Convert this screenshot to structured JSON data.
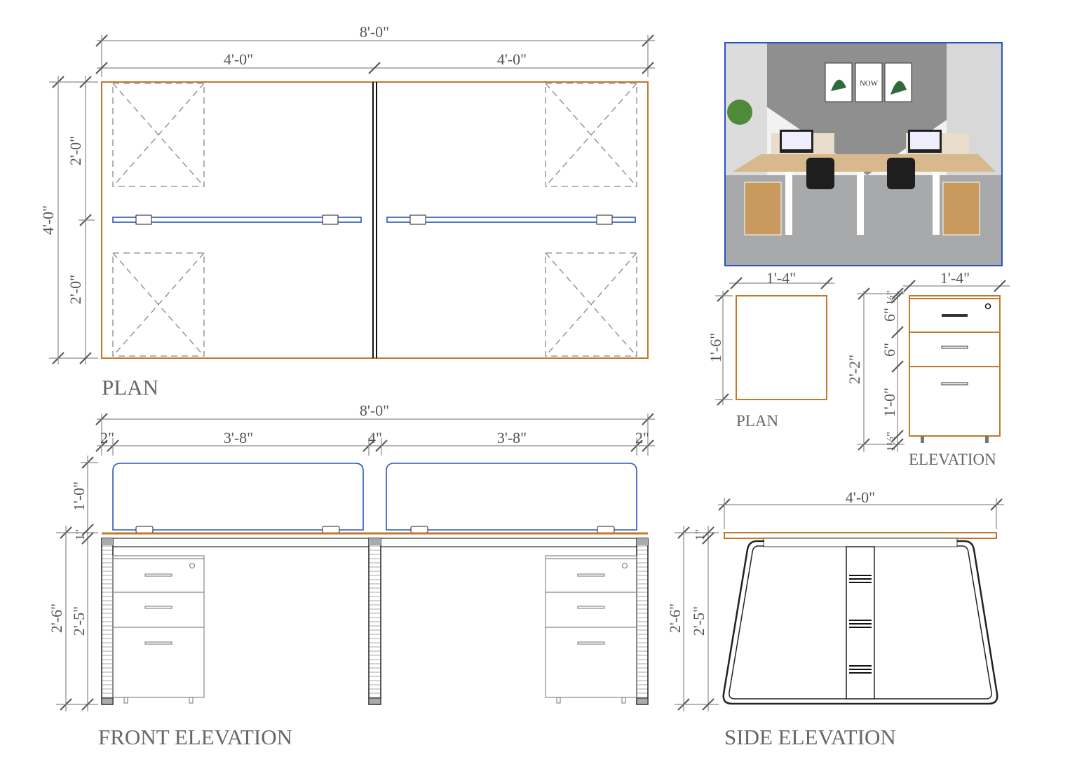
{
  "plan": {
    "title": "PLAN",
    "dims": {
      "overall_width": "8'-0\"",
      "half_left": "4'-0\"",
      "half_right": "4'-0\"",
      "overall_depth": "4'-0\"",
      "depth_top": "2'-0\"",
      "depth_bottom": "2'-0\""
    }
  },
  "front_elevation": {
    "title": "FRONT ELEVATION",
    "dims": {
      "overall_width": "8'-0\"",
      "leg_left": "2\"",
      "bay_left": "3'-8\"",
      "leg_middle": "4\"",
      "bay_right": "3'-8\"",
      "leg_right": "2\"",
      "overall_height": "2'-6\"",
      "screen_height": "1'-0\"",
      "top_thickness": "1\"",
      "leg_height": "2'-5\""
    }
  },
  "photo": {
    "poster_text": "NOW"
  },
  "pedestal_plan": {
    "title": "PLAN",
    "dims": {
      "width": "1'-4\"",
      "depth": "1'-6\""
    }
  },
  "pedestal_elevation": {
    "title": "ELEVATION",
    "dims": {
      "width": "1'-4\"",
      "overall_height": "2'-2\"",
      "top_gap": "½\"",
      "drawer_1": "6\"",
      "drawer_2": "6\"",
      "drawer_3": "1'-0\"",
      "base_gap": "1½\""
    }
  },
  "side_elevation": {
    "title": "SIDE ELEVATION",
    "dims": {
      "width": "4'-0\"",
      "overall_height": "2'-6\"",
      "top_thickness": "1\"",
      "leg_height": "2'-5\""
    }
  },
  "colors": {
    "desk_top": "#c07a2a",
    "screen": "#2a55c0",
    "line": "#888888"
  }
}
